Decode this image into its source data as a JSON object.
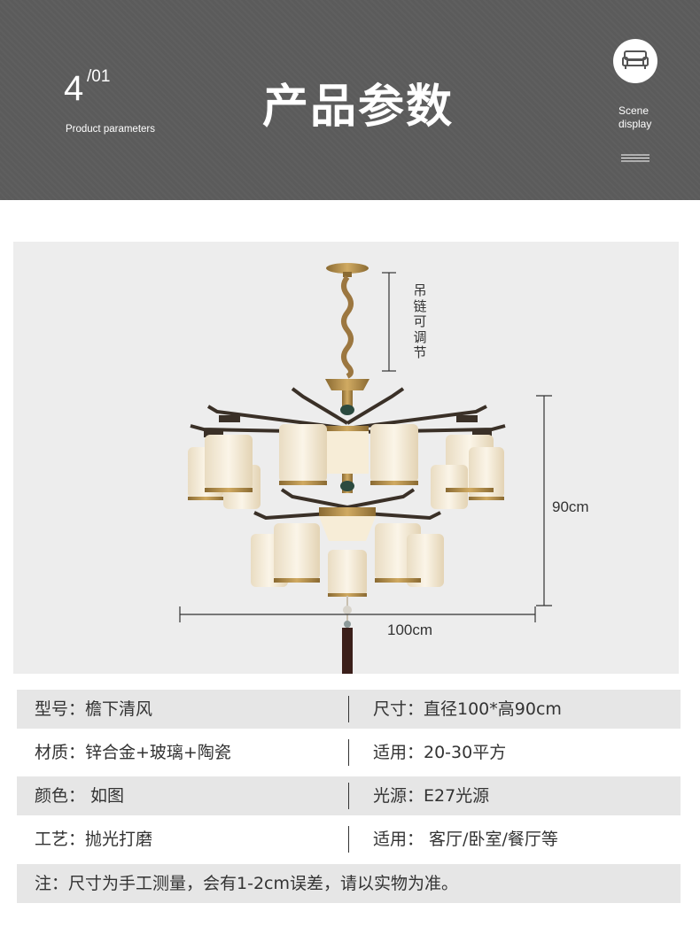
{
  "header": {
    "section_number": "4",
    "section_fraction": "/01",
    "section_subtitle": "Product parameters",
    "title": "产品参数",
    "scene_button_label_line1": "Scene",
    "scene_button_label_line2": "display",
    "icons": {
      "scene": "sofa-icon",
      "menu": "menu-icon"
    },
    "colors": {
      "banner_bg": "#5b5b5b",
      "text": "#ffffff"
    }
  },
  "product_image": {
    "chain_note": "吊链可调节",
    "height_dimension": "90cm",
    "width_dimension": "100cm",
    "colors": {
      "panel_bg": "#ededed",
      "brass": "#b08a4a",
      "shade": "#f5ecd8"
    }
  },
  "specs": {
    "rows": [
      {
        "left": "型号：檐下清风",
        "right": "尺寸：直径100*高90cm"
      },
      {
        "left": "材质：锌合金+玻璃+陶瓷",
        "right": "适用：20-30平方"
      },
      {
        "left": "颜色： 如图",
        "right": "光源：E27光源"
      },
      {
        "left": "工艺：抛光打磨",
        "right": "适用： 客厅/卧室/餐厅等"
      }
    ],
    "note": "注：尺寸为手工测量，会有1-2cm误差，请以实物为准。"
  }
}
